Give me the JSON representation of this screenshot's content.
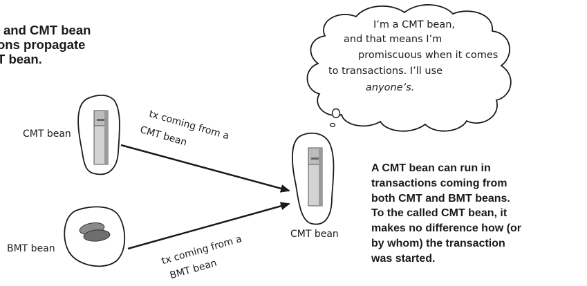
{
  "heading": {
    "lines": [
      "and CMT bean",
      "ons propagate",
      "T bean."
    ]
  },
  "thought_bubble": {
    "lines": [
      "I’m a CMT bean,",
      "and that means I’m",
      "promiscuous when it comes",
      "to transactions. I’ll use",
      "anyone’s."
    ]
  },
  "beans": {
    "top_left_label": "CMT bean",
    "bottom_left_label": "BMT bean",
    "right_label": "CMT bean"
  },
  "arrows": {
    "top_label_line1": "tx coming from a",
    "top_label_line2": "CMT bean",
    "bottom_label_line1": "tx coming from a",
    "bottom_label_line2": "BMT bean"
  },
  "caption": {
    "lines": [
      "A CMT bean can run in",
      "transactions coming from",
      "both CMT and BMT beans.",
      "To the called CMT bean, it",
      "makes no difference how (or",
      "by whom) the transaction",
      "was started."
    ]
  },
  "colors": {
    "ink": "#1a1a1a",
    "bean_fill": "#c9c9c9",
    "bean_dark": "#7a7a7a"
  }
}
